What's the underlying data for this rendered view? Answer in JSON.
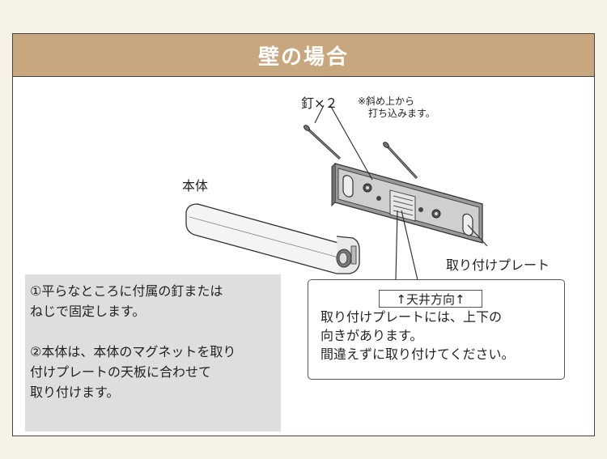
{
  "header": {
    "title": "壁の場合"
  },
  "labels": {
    "nails": "釘×２",
    "nail_note_line1": "※斜め上から",
    "nail_note_line2": "打ち込みます。",
    "body": "本体",
    "plate": "取り付けプレート"
  },
  "instructions": {
    "step1_line1": "①平らなところに付属の釘または",
    "step1_line2": "ねじで固定します。",
    "step2_line1": "②本体は、本体のマグネットを取り",
    "step2_line2": "付けプレートの天板に合わせて",
    "step2_line3": "取り付けます。"
  },
  "callout": {
    "up_label": "↑天井方向↑",
    "line1": "取り付けプレートには、上下の",
    "line2": "向きがあります。",
    "line3": "間違えずに取り付けてください。"
  },
  "colors": {
    "header_bg": "#c8a67e",
    "page_bg": "#f7f2e6",
    "note_bg": "#dedede"
  }
}
